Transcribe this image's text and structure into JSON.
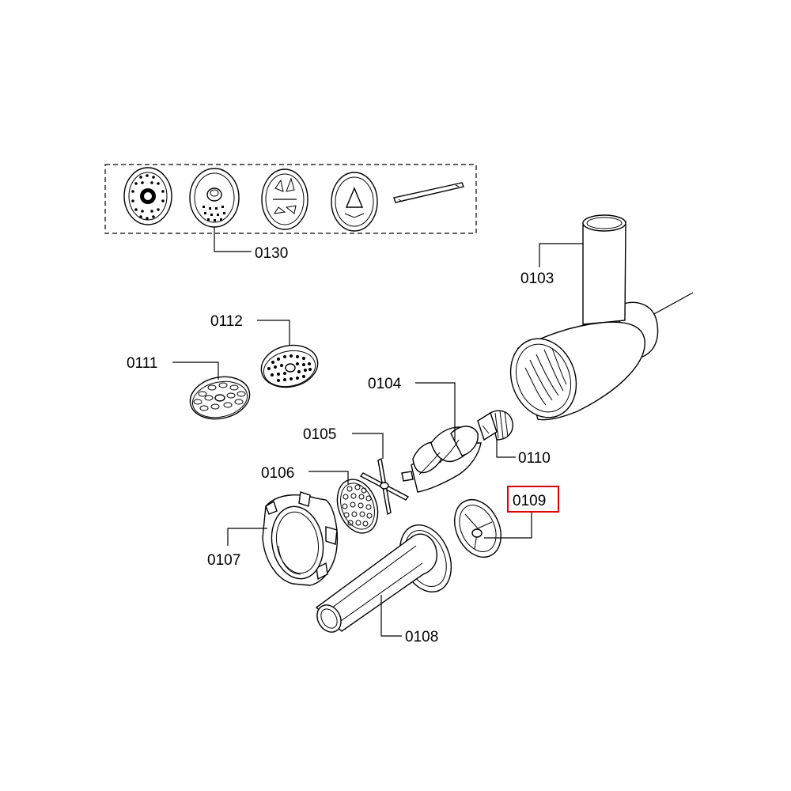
{
  "labels": {
    "p0130": "0130",
    "p0103": "0103",
    "p0112": "0112",
    "p0111": "0111",
    "p0104": "0104",
    "p0105": "0105",
    "p0110": "0110",
    "p0106": "0106",
    "p0109": "0109",
    "p0107": "0107",
    "p0108": "0108"
  },
  "highlight": {
    "part": "0109",
    "color": "#e00000"
  }
}
